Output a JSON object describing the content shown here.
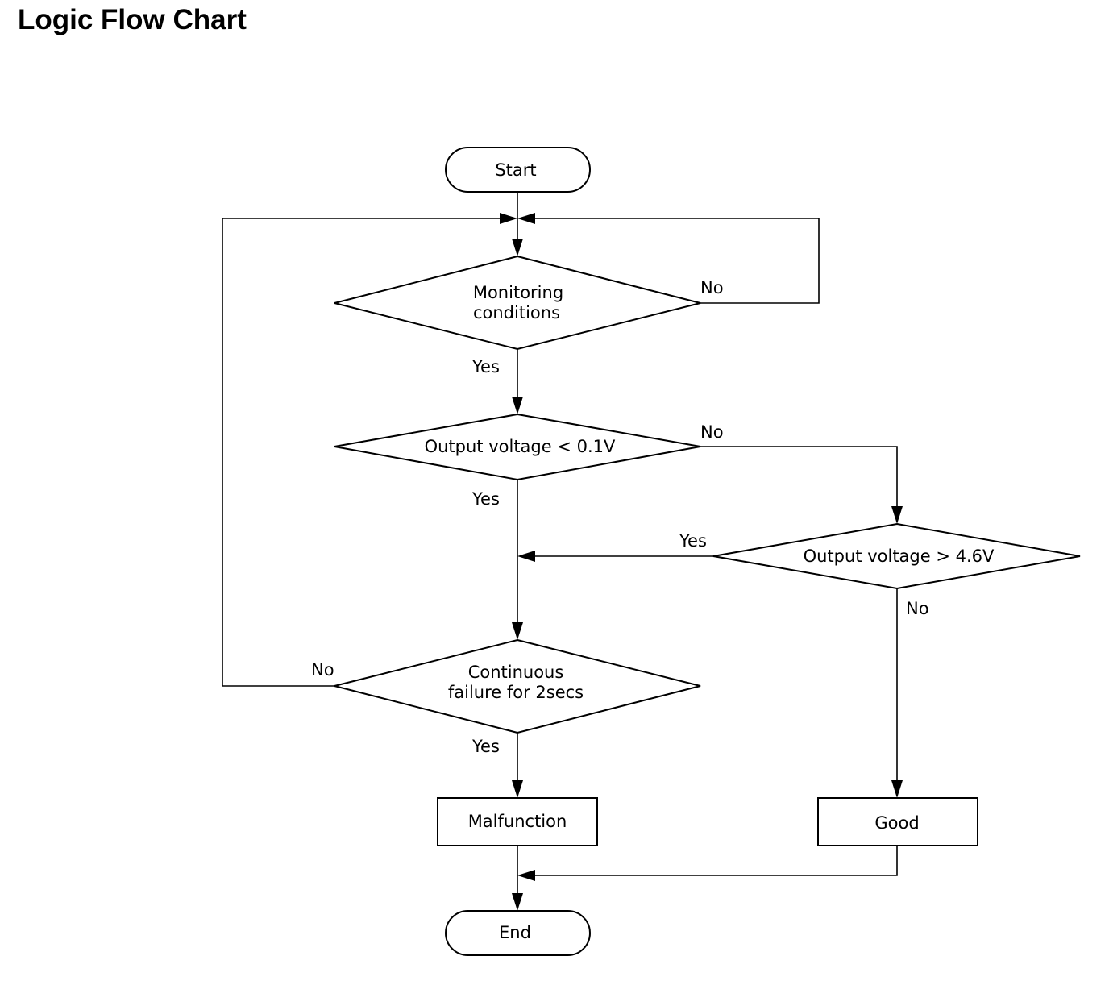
{
  "title": "Logic Flow Chart",
  "nodes": {
    "start": "Start",
    "monitoring": [
      "Monitoring",
      "conditions"
    ],
    "low_voltage": "Output voltage < 0.1V",
    "high_voltage": "Output voltage > 4.6V",
    "continuous": [
      "Continuous",
      "failure for 2secs"
    ],
    "malfunction": "Malfunction",
    "good": "Good",
    "end": "End"
  },
  "labels": {
    "monitoring_no": "No",
    "monitoring_yes": "Yes",
    "low_voltage_no": "No",
    "low_voltage_yes": "Yes",
    "high_voltage_yes": "Yes",
    "high_voltage_no": "No",
    "continuous_no": "No",
    "continuous_yes": "Yes"
  }
}
